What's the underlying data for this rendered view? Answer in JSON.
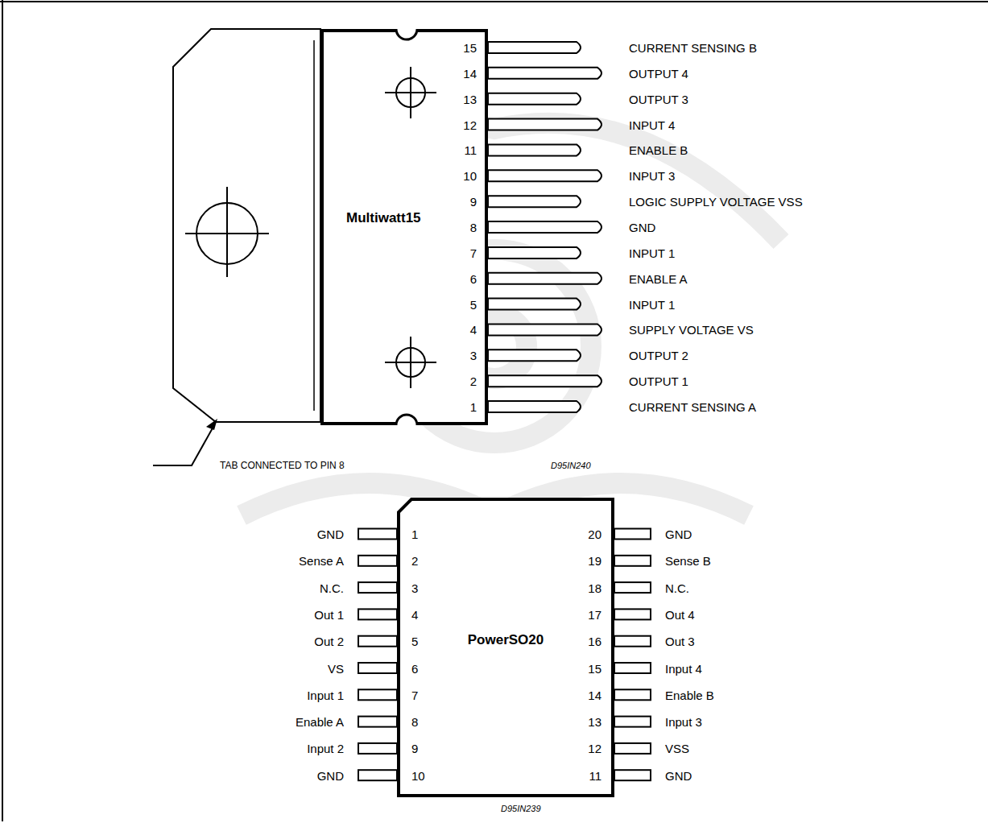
{
  "diagram": {
    "nodes": [
      {
        "text": [
          "Multiwatt15"
        ]
      },
      {
        "text": [
          "PowerSO20"
        ]
      }
    ],
    "labels": [
      "15",
      "CURRENT SENSING B",
      "14",
      "OUTPUT 4",
      "13",
      "OUTPUT 3",
      "12",
      "INPUT 4",
      "11",
      "ENABLE B",
      "10",
      "INPUT 3",
      "9",
      "LOGIC SUPPLY VOLTAGE VSS",
      "8",
      "GND",
      "7",
      "INPUT 1",
      "6",
      "ENABLE A",
      "5",
      "INPUT 1",
      "4",
      "SUPPLY VOLTAGE VS",
      "3",
      "OUTPUT 2",
      "2",
      "OUTPUT 1",
      "1",
      "CURRENT SENSING A",
      "TAB CONNECTED TO PIN 8",
      "D95IN240",
      "GND",
      "1",
      "Sense A",
      "2",
      "N.C.",
      "3",
      "Out 1",
      "4",
      "Out 2",
      "5",
      "VS",
      "6",
      "Input 1",
      "7",
      "Enable A",
      "8",
      "Input 2",
      "9",
      "GND",
      "10",
      "20",
      "GND",
      "19",
      "Sense B",
      "18",
      "N.C.",
      "17",
      "Out 4",
      "16",
      "Out 3",
      "15",
      "Input 4",
      "14",
      "Enable B",
      "13",
      "Input 3",
      "12",
      "VSS",
      "11",
      "GND",
      "D95IN239"
    ]
  }
}
